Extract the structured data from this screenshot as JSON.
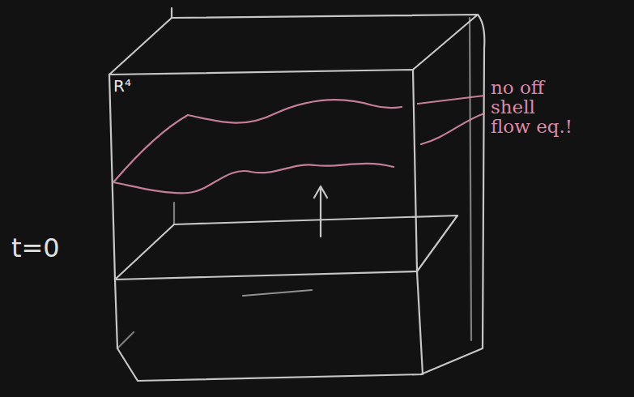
{
  "diagram": {
    "labels": [
      "R⁴",
      "t=0",
      "no off shell flow eq.!"
    ]
  }
}
